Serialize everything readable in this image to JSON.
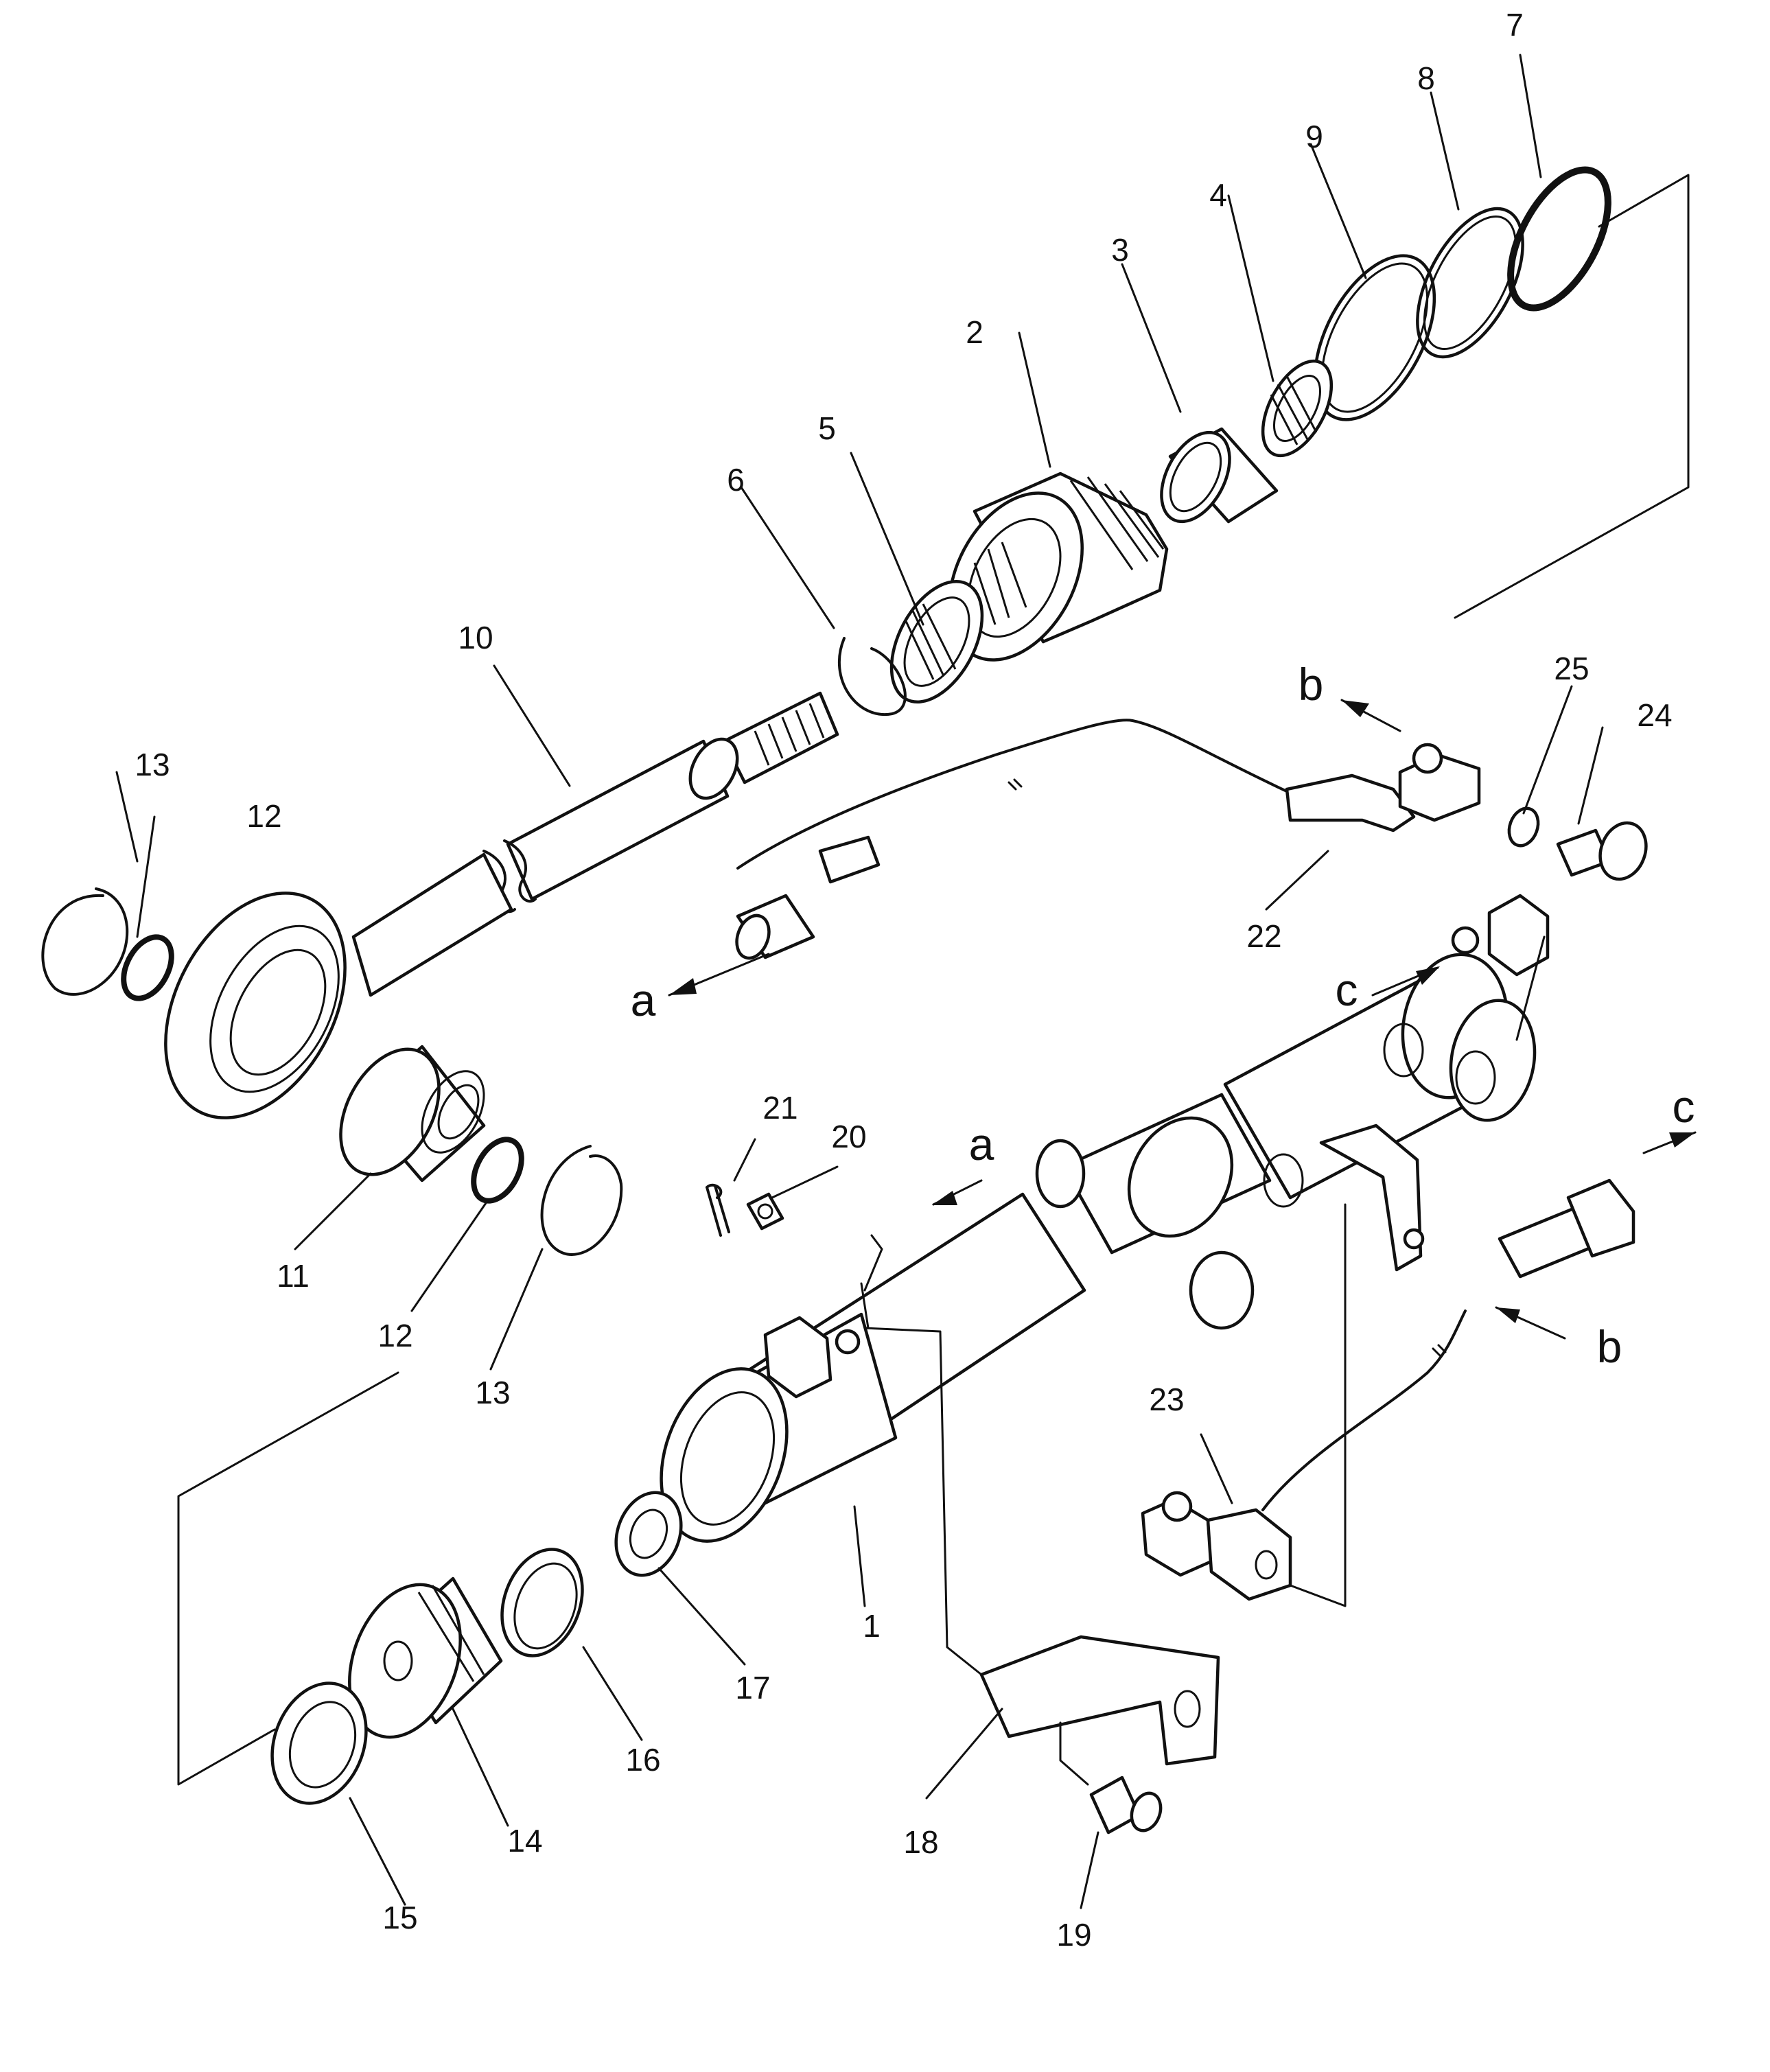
{
  "callouts": {
    "n1": "1",
    "n2": "2",
    "n3": "3",
    "n4": "4",
    "n5": "5",
    "n6": "6",
    "n7": "7",
    "n8": "8",
    "n9": "9",
    "n10": "10",
    "n11": "11",
    "n12a": "12",
    "n12b": "12",
    "n13a": "13",
    "n13b": "13",
    "n14": "14",
    "n15": "15",
    "n16": "16",
    "n17": "17",
    "n18": "18",
    "n19": "19",
    "n20": "20",
    "n21": "21",
    "n22": "22",
    "n23": "23",
    "n24": "24",
    "n25": "25"
  },
  "connections": {
    "a1": "a",
    "a2": "a",
    "b1": "b",
    "b2": "b",
    "c1": "c",
    "c2": "c"
  }
}
